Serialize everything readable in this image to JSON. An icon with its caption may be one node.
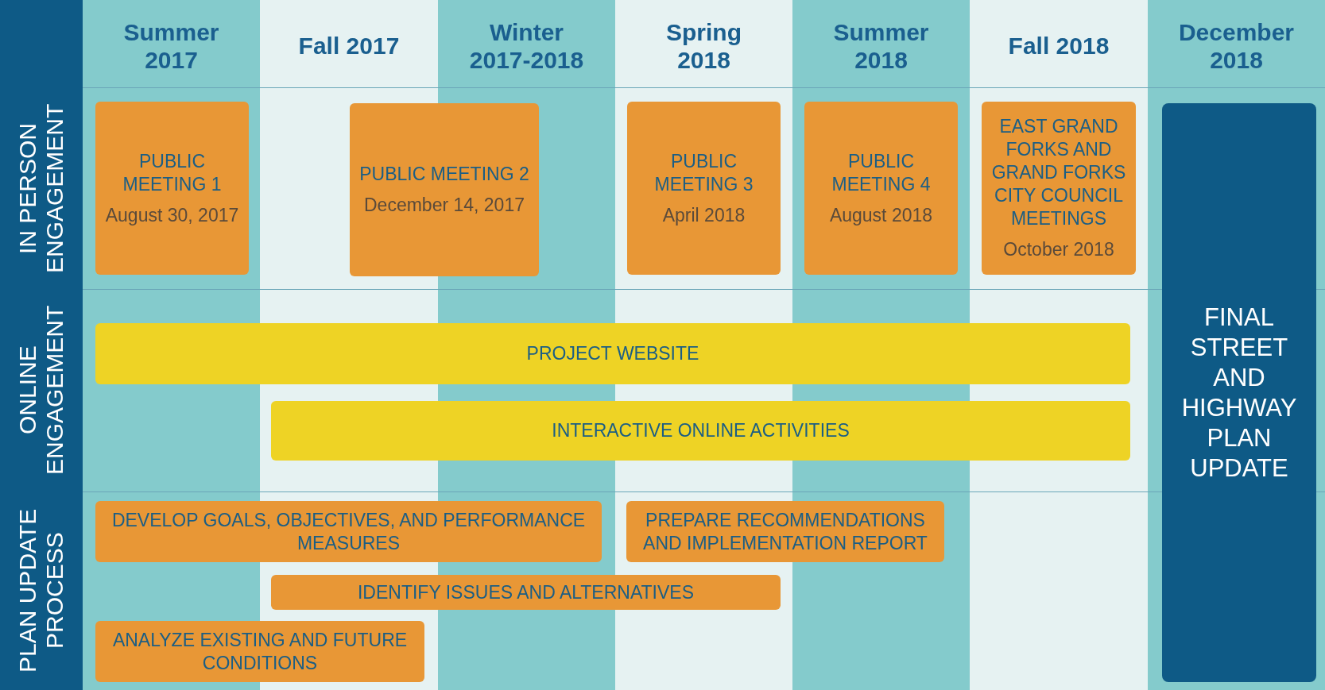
{
  "diagram": {
    "nodes": [
      {
        "text": [
          "Summer 2017"
        ]
      },
      {
        "text": [
          "Fall 2017"
        ]
      },
      {
        "text": [
          "Winter 2017-2018"
        ]
      },
      {
        "text": [
          "Spring 2018"
        ]
      },
      {
        "text": [
          "Summer 2018"
        ]
      },
      {
        "text": [
          "Fall 2018"
        ]
      },
      {
        "text": [
          "December 2018"
        ]
      },
      {
        "text": [
          "IN PERSON ENGAGEMENT"
        ]
      },
      {
        "text": [
          "ONLINE ENGAGEMENT"
        ]
      },
      {
        "text": [
          "PLAN UPDATE PROCESS"
        ]
      },
      {
        "text": [
          "PUBLIC MEETING 1",
          "August 30, 2017"
        ]
      },
      {
        "text": [
          "PUBLIC MEETING 2",
          "December 14, 2017"
        ]
      },
      {
        "text": [
          "PUBLIC MEETING 3",
          "April 2018"
        ]
      },
      {
        "text": [
          "PUBLIC MEETING 4",
          "August 2018"
        ]
      },
      {
        "text": [
          "EAST GRAND FORKS AND GRAND FORKS CITY COUNCIL MEETINGS",
          "October 2018"
        ]
      },
      {
        "text": [
          "FINAL STREET AND HIGHWAY PLAN UPDATE"
        ]
      },
      {
        "text": [
          "PROJECT WEBSITE"
        ]
      },
      {
        "text": [
          "INTERACTIVE ONLINE ACTIVITIES"
        ]
      },
      {
        "text": [
          "DEVELOP GOALS, OBJECTIVES, AND PERFORMANCE MEASURES"
        ]
      },
      {
        "text": [
          "PREPARE RECOMMENDATIONS AND IMPLEMENTATION REPORT"
        ]
      },
      {
        "text": [
          "IDENTIFY ISSUES AND ALTERNATIVES"
        ]
      },
      {
        "text": [
          "ANALYZE EXISTING AND FUTURE CONDITIONS"
        ]
      }
    ]
  }
}
